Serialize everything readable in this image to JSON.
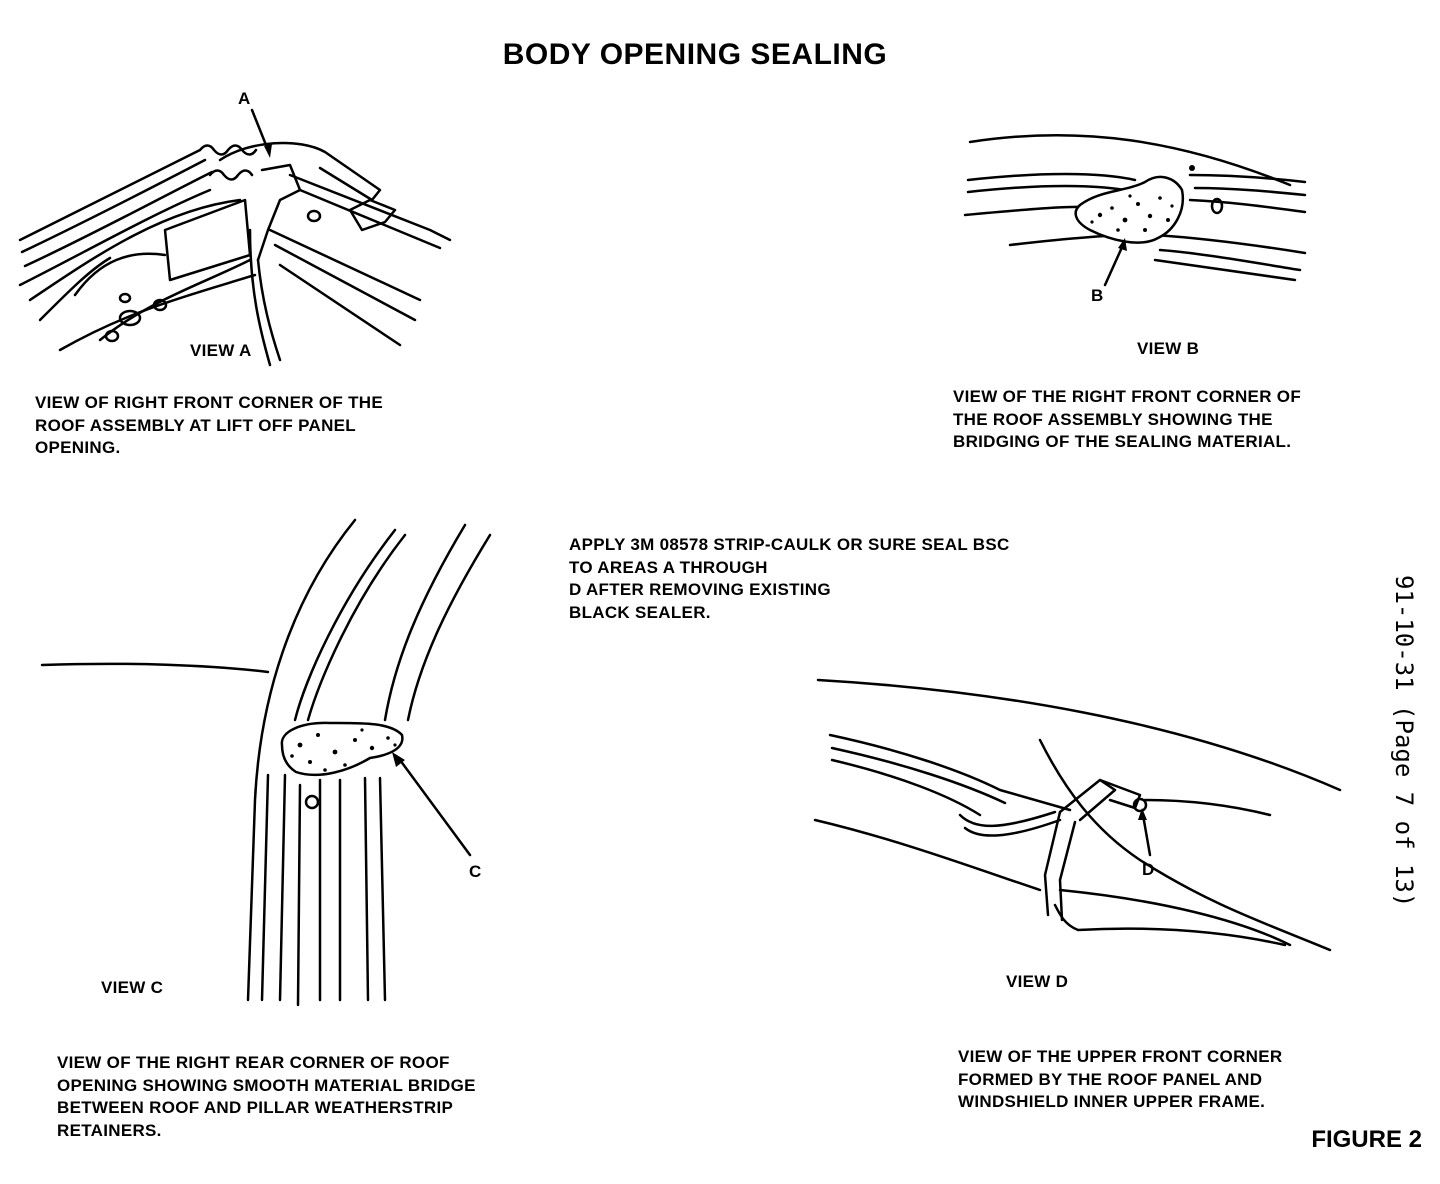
{
  "title": "BODY OPENING SEALING",
  "figure_label": "FIGURE 2",
  "side_reference": "91-10-31 (Page 7 of 13)",
  "instructions": "APPLY 3M 08578 STRIP-CAULK OR SURE SEAL BSC\nTO AREAS A THROUGH\nD AFTER REMOVING EXISTING\nBLACK SEALER.",
  "views": {
    "a": {
      "label": "VIEW A",
      "callout": "A",
      "caption": "VIEW OF RIGHT FRONT CORNER OF THE\nROOF ASSEMBLY AT LIFT OFF PANEL\nOPENING."
    },
    "b": {
      "label": "VIEW B",
      "callout": "B",
      "caption": "VIEW OF THE RIGHT FRONT CORNER OF\nTHE ROOF ASSEMBLY SHOWING THE\nBRIDGING OF THE SEALING MATERIAL."
    },
    "c": {
      "label": "VIEW C",
      "callout": "C",
      "caption": "VIEW OF THE RIGHT REAR CORNER OF ROOF\nOPENING SHOWING SMOOTH MATERIAL BRIDGE\nBETWEEN ROOF AND PILLAR WEATHERSTRIP\nRETAINERS."
    },
    "d": {
      "label": "VIEW D",
      "callout": "D",
      "caption": "VIEW OF THE UPPER FRONT CORNER\nFORMED BY THE ROOF PANEL AND\nWINDSHIELD INNER UPPER FRAME."
    }
  }
}
